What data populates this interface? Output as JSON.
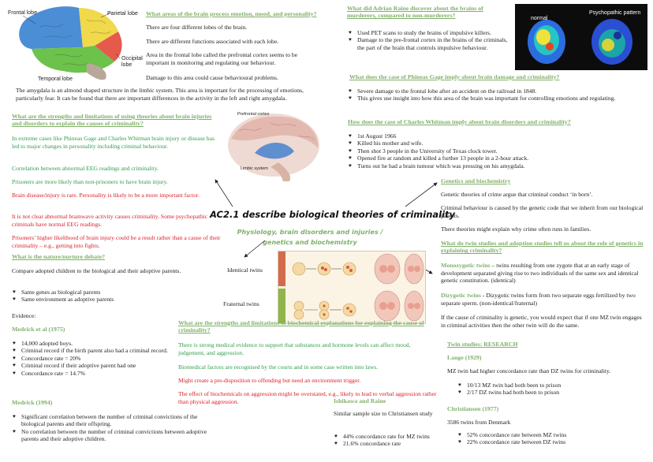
{
  "brain": {
    "labels": {
      "frontal": "Frontal lobe",
      "parietal": "Parietal lobe",
      "occipital": "Occipital lobe",
      "temporal": "Temporal lobe"
    }
  },
  "areas": {
    "heading": "What areas of the brain process emotion, mood, and personality?",
    "p1": "There are four different lobes of the brain.",
    "p2": "There are different functions associated with each lobe.",
    "p3": "Area in the frontal lobe called the prefrontal cortex seems to be important in monitoring and regulating our behaviour.",
    "p4": "Damage to this area could cause behavioural problems.",
    "p5": "The amygdala is an almond shaped structure in the limbic system. This area is important for the processing of emotions, particularly fear. It can be found that there are important differences in the activity in the left and right amygdala."
  },
  "raine": {
    "heading": "What did Adrian Raine discover about the brains of murderers, compared to non-murderers?",
    "items": [
      "Used PET scans to study the brains of impulsive killers.",
      "Damage to the pre-frontal cortex in the brains of the criminals, the part of the brain that controls impulsive behaviour."
    ],
    "scan_normal": "normal",
    "scan_psycho": "Psychopathic pattern"
  },
  "gage": {
    "heading": "What does the case of Phineas Gage imply about brain damage and criminality?",
    "items": [
      "Severe damage to the frontal lobe after an accident on the railroad in 1848.",
      "This gives use insight into how this area of the brain was important for controlling emotions and regulating."
    ]
  },
  "whitman": {
    "heading": "How does the case of Charles Whitman imply about brain disorders and criminality?",
    "items": [
      "1st August 1966",
      "Killed his mother and wife.",
      "Then shot 3 people in the University of Texas clock tower.",
      "Opened fire at random and killed a further 13 people in a 2-hour attack.",
      "Turns out he had a brain tumour which was pressing on his amygdala."
    ]
  },
  "injuries": {
    "heading": "What are the strengths and limitations of using theories about brain injuries and disorders to explain the causes of criminality?",
    "strengths": [
      "In extreme cases like Phineas Gage and Charles Whitman brain injury or disease has led to major changes in personality including criminal behaviour.",
      "Correlation between abnormal EEG readings and criminality.",
      "Prisoners are more likely than non-prisoners to have brain injury."
    ],
    "limitations": [
      "Brain disease/injury is rare. Personality is likely to be a more important factor.",
      "It is not clear abnormal brainwave activity causes criminality. Some psychopathic criminals have normal EEG readings.",
      "Prisoners’ higher likelihood of brain injury could be a result rather than a cause of their criminality – e.g., getting into fights."
    ]
  },
  "limbic": {
    "prefrontal": "Prefrontal cortex",
    "limbic": "Limbic system"
  },
  "center": {
    "title": "AC2.1 describe biological theories of criminality",
    "subtitle": "Physiology, brain disorders and injuries / genetics and biochemistry"
  },
  "twins_fig": {
    "identical": "Identical twins",
    "fraternal": "Fraternal twins"
  },
  "nature": {
    "heading": "What is the nature/nurture debate?",
    "intro": "Compare adopted children to the biological and their adoptive parents.",
    "items": [
      "Same genes as biological parents",
      "Same environment as adoptive parents"
    ],
    "evidence": "Evidence:",
    "medrick75": "Medrick et al (1975)",
    "items75": [
      "14,000 adopted boys.",
      "Criminal record if the birth parent also had a criminal record.",
      "Concordance rate = 20%",
      "Criminal record if their adoptive parent had one",
      "Concordance rate = 14.7%"
    ],
    "medrick94": "Medrick (1994)",
    "items94": [
      "Significant correlation between the number of criminal convictions of the biological parents and their offspring.",
      "No correlation between the number of criminal convictions between adoptive parents and their adoptive children."
    ]
  },
  "biochem": {
    "heading": "What are the strengths and limitations of biochemical explanations for explaining the cause of criminality?",
    "strengths": [
      "There is strong medical evidence to support that substances and hormone levels can affect mood, judgement, and aggression.",
      "Biomedical factors are recognised by the courts and in some case written into laws."
    ],
    "limitations": [
      "Might create a pre-disposition to offending but need an environment trigger.",
      "The effect of biochemicals on aggression might be overstated, e.g., likely to lead to verbal aggression rather than physical aggression."
    ]
  },
  "ishikawa": {
    "heading": "Ishikawa and Raine",
    "text": "Similar sample size to Christiansen study",
    "items": [
      "44% concordance rate for MZ twins",
      "21.6% concordance rate"
    ]
  },
  "genetics": {
    "heading": "Genetics and biochemistry",
    "p1": "Genetic theories of crime argue that criminal conduct ‘in born’.",
    "p2": "Criminal behaviour is caused by the genetic code that we inherit from our biological parents.",
    "p3": "There theories might explain why crime often runs in families."
  },
  "twinstudies": {
    "heading": "What do twin studies and adoption studies tell us about the role of genetics in explaining criminality?",
    "mz_term": "Monozygotic twins",
    "mz_text": " – twins resulting from one zygote that at an early stage of development separated giving rise to two individuals of the same sex and identical genetic constitution. (identical)",
    "dz_term": "Dizygotic twins",
    "dz_text": " - Dizygotic twins form from two separate eggs fertilized by two separate sperm. (non-identical/fraternal)",
    "p_if": "If the cause of criminality is genetic, you would expect that if one MZ twin engages in criminal activities then the other twin will do the same.",
    "research": "Twin studies: RESEARCH",
    "lange": "Lange (1929)",
    "lange_text": "MZ twin had higher concordance rate than DZ twins for criminality.",
    "lange_items": [
      "10/13 MZ twin had both been to prison",
      "2/17 DZ twins had both been to prison"
    ],
    "christiansen": "Christiansen (1977)",
    "christiansen_text": "3586 twins from Denmark",
    "christiansen_items": [
      "52% concordance rate between MZ twins",
      "22% concordance rate between DZ twins"
    ]
  }
}
